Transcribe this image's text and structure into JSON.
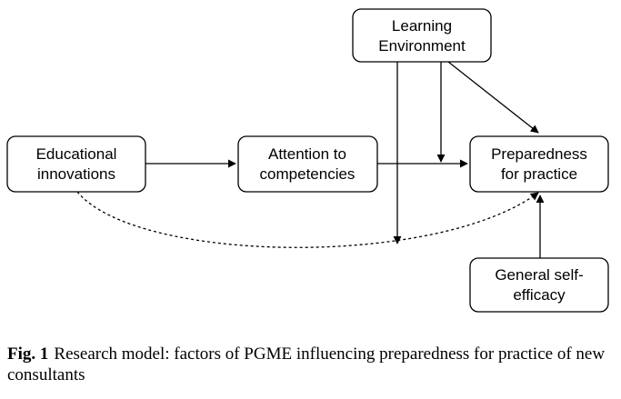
{
  "nodes": {
    "learning": {
      "line1": "Learning",
      "line2": "Environment"
    },
    "educational": {
      "line1": "Educational",
      "line2": "innovations"
    },
    "attention": {
      "line1": "Attention to",
      "line2": "competencies"
    },
    "preparedness": {
      "line1": "Preparedness",
      "line2": "for practice"
    },
    "efficacy": {
      "line1": "General self-",
      "line2": "efficacy"
    }
  },
  "edges": [
    {
      "from": "educational",
      "to": "attention",
      "style": "solid"
    },
    {
      "from": "attention",
      "to": "preparedness",
      "style": "solid"
    },
    {
      "from": "learning",
      "to": "preparedness",
      "style": "solid"
    },
    {
      "from": "learning",
      "to": "attention-preparedness-path",
      "style": "solid"
    },
    {
      "from": "learning",
      "to": "educational-preparedness-path",
      "style": "solid"
    },
    {
      "from": "educational",
      "to": "preparedness",
      "style": "dashed"
    },
    {
      "from": "efficacy",
      "to": "preparedness",
      "style": "solid"
    }
  ],
  "caption": {
    "label": "Fig. 1",
    "text": "Research model: factors of PGME influencing preparedness for practice of new consultants"
  }
}
